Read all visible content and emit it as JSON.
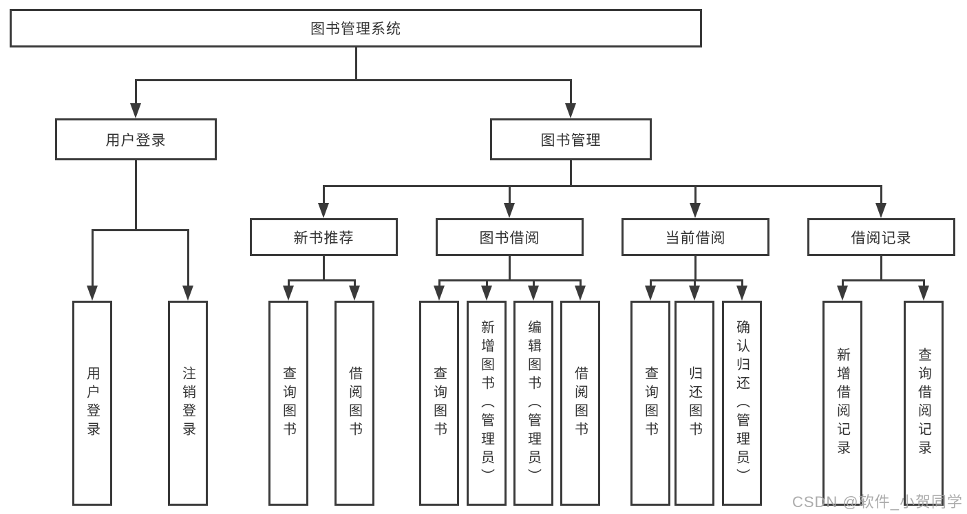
{
  "colors": {
    "line": "#3A3A3A",
    "box_border": "#3A3A3A",
    "box_fill": "#FFFFFF",
    "text": "#333333",
    "watermark_text_color": "#A2A2A2",
    "background": "#FFFFFF"
  },
  "watermark": {
    "text": "CSDN @软件_小贺同学"
  },
  "tree": {
    "label": "图书管理系统",
    "children": [
      {
        "label": "用户登录",
        "children": [
          {
            "label": "用户登录"
          },
          {
            "label": "注销登录"
          }
        ]
      },
      {
        "label": "图书管理",
        "children": [
          {
            "label": "新书推荐",
            "children": [
              {
                "label": "查询图书"
              },
              {
                "label": "借阅图书"
              }
            ]
          },
          {
            "label": "图书借阅",
            "children": [
              {
                "label": "查询图书"
              },
              {
                "label": "新增图书（管理员）"
              },
              {
                "label": "编辑图书（管理员）"
              },
              {
                "label": "借阅图书"
              }
            ]
          },
          {
            "label": "当前借阅",
            "children": [
              {
                "label": "查询图书"
              },
              {
                "label": "归还图书"
              },
              {
                "label": "确认归还（管理员）"
              }
            ]
          },
          {
            "label": "借阅记录",
            "children": [
              {
                "label": "新增借阅记录"
              },
              {
                "label": "查询借阅记录"
              }
            ]
          }
        ]
      }
    ]
  }
}
